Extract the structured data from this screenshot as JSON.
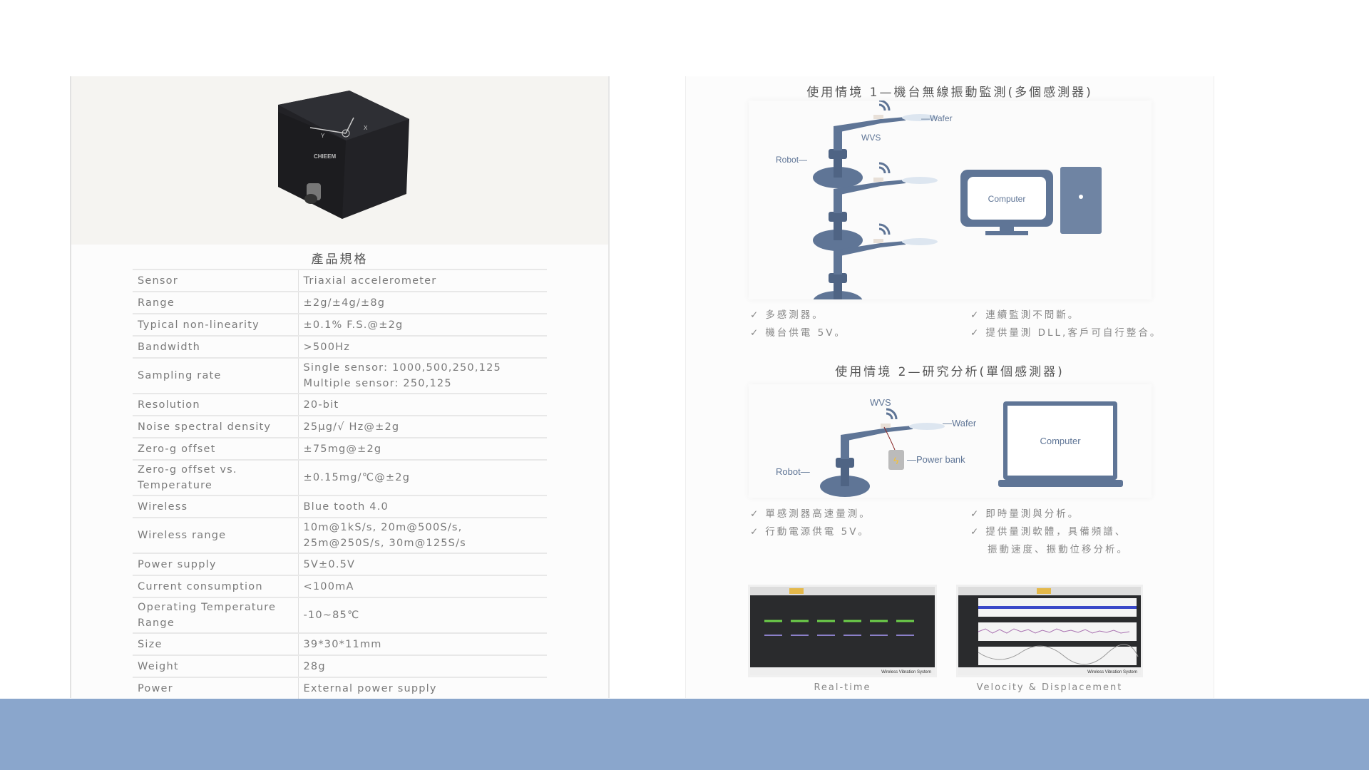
{
  "spec": {
    "title": "產品規格",
    "rows": [
      {
        "label": "Sensor",
        "value": "Triaxial accelerometer"
      },
      {
        "label": "Range",
        "value": "±2g/±4g/±8g"
      },
      {
        "label": "Typical non-linearity",
        "value": "±0.1% F.S.@±2g"
      },
      {
        "label": "Bandwidth",
        "value": ">500Hz"
      },
      {
        "label": "Sampling rate",
        "value": "Single sensor: 1000,500,250,125",
        "value2": "Multiple sensor: 250,125"
      },
      {
        "label": "Resolution",
        "value": "20-bit"
      },
      {
        "label": "Noise spectral density",
        "value": "25μg/√ Hz@±2g"
      },
      {
        "label": "Zero-g offset",
        "value": "±75mg@±2g"
      },
      {
        "label": "Zero-g offset vs.",
        "label2": "Temperature",
        "value": "±0.15mg/℃@±2g"
      },
      {
        "label": "Wireless",
        "value": "Blue tooth 4.0"
      },
      {
        "label": "Wireless range",
        "value": "10m@1kS/s, 20m@500S/s,",
        "value2": "25m@250S/s, 30m@125S/s"
      },
      {
        "label": "Power supply",
        "value": "5V±0.5V"
      },
      {
        "label": "Current consumption",
        "value": "<100mA"
      },
      {
        "label": "Operating Temperature",
        "label2": "Range",
        "value": "-10~85℃"
      },
      {
        "label": "Size",
        "value": "39*30*11mm"
      },
      {
        "label": "Weight",
        "value": "28g"
      },
      {
        "label": "Power",
        "value": "External power supply"
      }
    ]
  },
  "product": {
    "brand": "CHIEEM",
    "axes": [
      "X",
      "Y"
    ]
  },
  "scenario1": {
    "title": "使用情境 1—機台無線振動監測(多個感測器)",
    "labels": {
      "wafer": "—Wafer",
      "wvs": "WVS",
      "robot": "Robot—",
      "computer": "Computer"
    },
    "bullets_left": [
      "多感測器。",
      "機台供電 5V。"
    ],
    "bullets_right": [
      "連續監測不間斷。",
      "提供量測 DLL,客戶可自行整合。"
    ]
  },
  "scenario2": {
    "title": "使用情境 2—研究分析(單個感測器)",
    "labels": {
      "wvs": "WVS",
      "wafer": "—Wafer",
      "power_bank": "—Power bank",
      "robot": "Robot—",
      "computer": "Computer"
    },
    "bullets_left": [
      "單感測器高速量測。",
      "行動電源供電 5V。"
    ],
    "bullets_right": [
      "即時量測與分析。",
      "提供量測軟體，具備頻譜、",
      "振動速度、振動位移分析。"
    ]
  },
  "screenshots": [
    {
      "caption": "Real-time",
      "footer": "Wireless Vibration System"
    },
    {
      "caption": "Velocity & Displacement",
      "footer": "Wireless Vibration System"
    }
  ],
  "check_mark": "✓",
  "colors": {
    "diagram": "#5f7596",
    "bottom_bar": "#8aa6cc"
  }
}
